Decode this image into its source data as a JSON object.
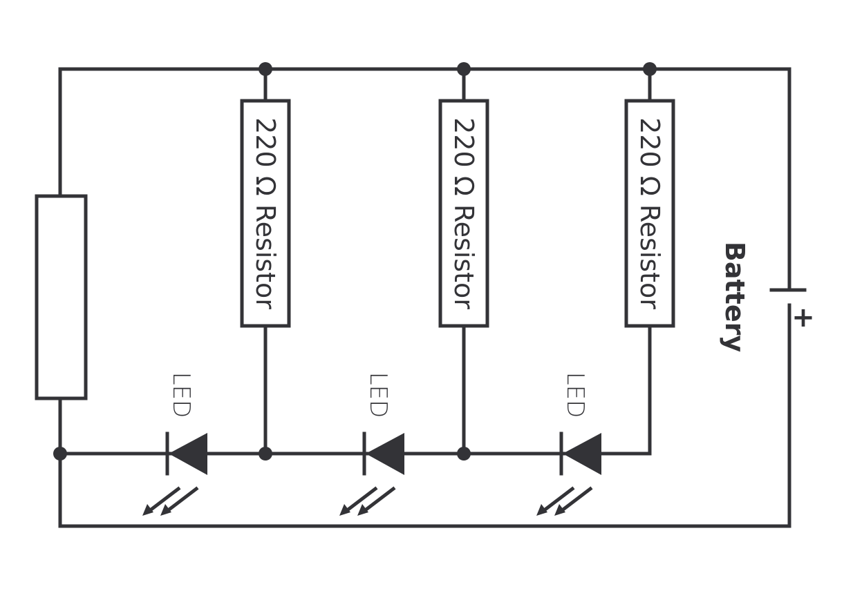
{
  "title": "Parallel LED circuit",
  "color": "#333337",
  "resistors": [
    {
      "label": "220 Ω Resistor"
    },
    {
      "label": "220 Ω Resistor"
    },
    {
      "label": "220 Ω Resistor"
    }
  ],
  "leds": [
    {
      "label": "LED"
    },
    {
      "label": "LED"
    },
    {
      "label": "LED"
    }
  ],
  "battery": {
    "label": "Battery",
    "polarity": "+"
  }
}
